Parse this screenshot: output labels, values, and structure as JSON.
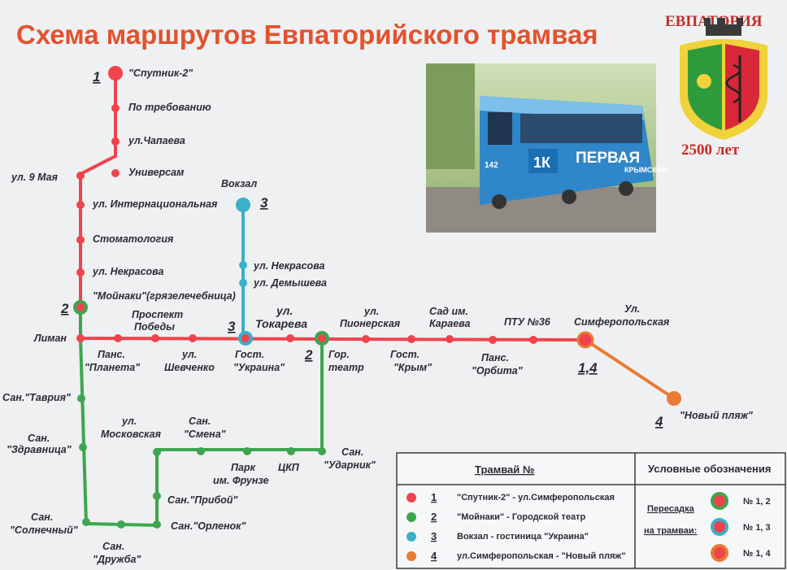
{
  "title": "Схема  маршрутов  Евпаторийского трамвая",
  "crest": {
    "city": "ЕВПАТОРИЯ",
    "years": "2500 лет"
  },
  "photo": {
    "route_sign": "1К",
    "ad_text": "ПЕРВАЯ",
    "ad_sub": "КРЫМСКАЯ",
    "number": "142"
  },
  "colors": {
    "route1": "#f0434d",
    "route2": "#3da64f",
    "route3": "#3ab0c9",
    "route4": "#ea7a35",
    "title": "#e2522d"
  },
  "route_numbers": {
    "r1_top": "1",
    "r2_left": "2",
    "r3_top": "3",
    "r3_mid": "3",
    "r2_mid": "2",
    "r14": "1,4",
    "r4_end": "4"
  },
  "stations": {
    "sputnik2": "\"Спутник-2\"",
    "po_treb": "По требованию",
    "chapaeva": "ул.Чапаева",
    "univermag": "Универсам",
    "ul9maya": "ул. 9 Мая",
    "internats": "ул. Интернациональная",
    "stomat": "Стоматология",
    "nekrasova1": "ул. Некрасова",
    "moinaki": "\"Мойнаки\"(грязелечебница)",
    "liman": "Лиман",
    "vokzal": "Вокзал",
    "nekrasova2": "ул. Некрасова",
    "demysheva": "ул. Демышева",
    "prospekt_1": "Проспект",
    "prospekt_2": "Победы",
    "tokareva_1": "ул.",
    "tokareva_2": "Токарева",
    "pioner_1": "ул.",
    "pioner_2": "Пионерская",
    "karaeva_1": "Сад  им.",
    "karaeva_2": "Караева",
    "ptu": "ПТУ №36",
    "simfer_1": "Ул.",
    "simfer_2": "Симферопольская",
    "planeta_1": "Панс.",
    "planeta_2": "\"Планета\"",
    "shevch_1": "ул.",
    "shevch_2": "Шевченко",
    "ukraina_1": "Гост.",
    "ukraina_2": "\"Украина\"",
    "teatr_1": "Гор.",
    "teatr_2": "театр",
    "krym_1": "Гост.",
    "krym_2": "\"Крым\"",
    "orbita_1": "Панс.",
    "orbita_2": "\"Орбита\"",
    "novy_plyazh": "\"Новый пляж\"",
    "tavria": "Сан.\"Таврия\"",
    "zdrav_1": "Сан.",
    "zdrav_2": "\"Здравница\"",
    "moskovsk_1": "ул.",
    "moskovsk_2": "Московская",
    "smena_1": "Сан.",
    "smena_2": "\"Смена\"",
    "park_1": "Парк",
    "park_2": "им. Фрунзе",
    "ckp": "ЦКП",
    "udarnik_1": "Сан.",
    "udarnik_2": "\"Ударник\"",
    "priboy": "Сан.\"Прибой\"",
    "orlenok": "Сан.\"Орленок\"",
    "solnech_1": "Сан.",
    "solnech_2": "\"Солнечный\"",
    "druzhba_1": "Сан.",
    "druzhba_2": "\"Дружба\""
  },
  "legend": {
    "header": "Трамвай №",
    "routes": [
      {
        "num": "1",
        "text": "\"Спутник-2\"  - ул.Симферопольская"
      },
      {
        "num": "2",
        "text": "\"Мойнаки\" - Городской театр"
      },
      {
        "num": "3",
        "text": "Вокзал - гостиница \"Украина\""
      },
      {
        "num": "4",
        "text": "ул.Симферопольская - \"Новый пляж\""
      }
    ],
    "symbols_header": "Условные обозначения",
    "transfer_1": "Пересадка",
    "transfer_2": "на трамваи:",
    "transfer_items": [
      "№ 1, 2",
      "№ 1, 3",
      "№ 1, 4"
    ]
  }
}
